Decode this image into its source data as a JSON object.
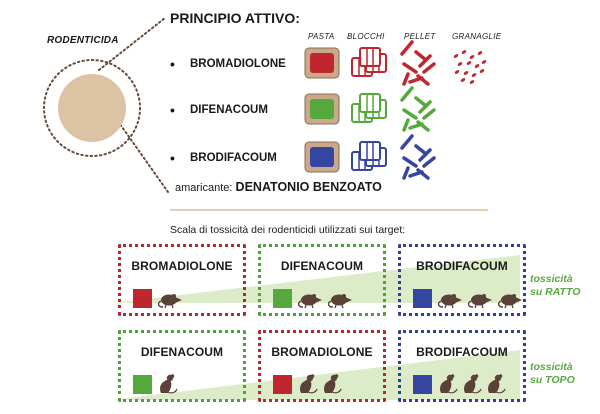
{
  "rodenticida_label": "RODENTICIDA",
  "title": "PRINCIPIO ATTIVO:",
  "formulations": [
    "PASTA",
    "BLOCCHI",
    "PELLET",
    "GRANAGLIE"
  ],
  "ingredients": [
    {
      "name": "BROMADIOLONE",
      "color": "#c0262d"
    },
    {
      "name": "DIFENACOUM",
      "color": "#55a93c"
    },
    {
      "name": "BRODIFACOUM",
      "color": "#3546a0"
    }
  ],
  "amaricante": {
    "label": "amaricante:",
    "value": "DENATONIO BENZOATO"
  },
  "scale_title": "Scala di tossicità dei rodenticidi utilizzati sui target:",
  "rows": [
    {
      "target_line1": "tossicità",
      "target_line2": "su RATTO",
      "boxes": [
        {
          "name": "BROMADIOLONE",
          "color": "#c0262d",
          "border": "red",
          "animals": 1
        },
        {
          "name": "DIFENACOUM",
          "color": "#55a93c",
          "border": "green",
          "animals": 2
        },
        {
          "name": "BRODIFACOUM",
          "color": "#3546a0",
          "border": "blue",
          "animals": 3
        }
      ]
    },
    {
      "target_line1": "tossicità",
      "target_line2": "su TOPO",
      "boxes": [
        {
          "name": "DIFENACOUM",
          "color": "#55a93c",
          "border": "green",
          "animals": 1
        },
        {
          "name": "BROMADIOLONE",
          "color": "#c0262d",
          "border": "red",
          "animals": 2
        },
        {
          "name": "BRODIFACOUM",
          "color": "#3546a0",
          "border": "blue",
          "animals": 3
        }
      ]
    }
  ],
  "colors": {
    "bait": "#dcc3a3",
    "connector": "#6a4a3a",
    "wedge": "#dcebc8",
    "divider": "#e6ccb0"
  },
  "icons": {
    "rat": "rat-icon",
    "mouse": "mouse-icon",
    "pasta": "paste-sachet-icon",
    "blocchi": "bait-block-icon",
    "pellet": "pellet-icon",
    "granaglie": "grain-icon"
  }
}
